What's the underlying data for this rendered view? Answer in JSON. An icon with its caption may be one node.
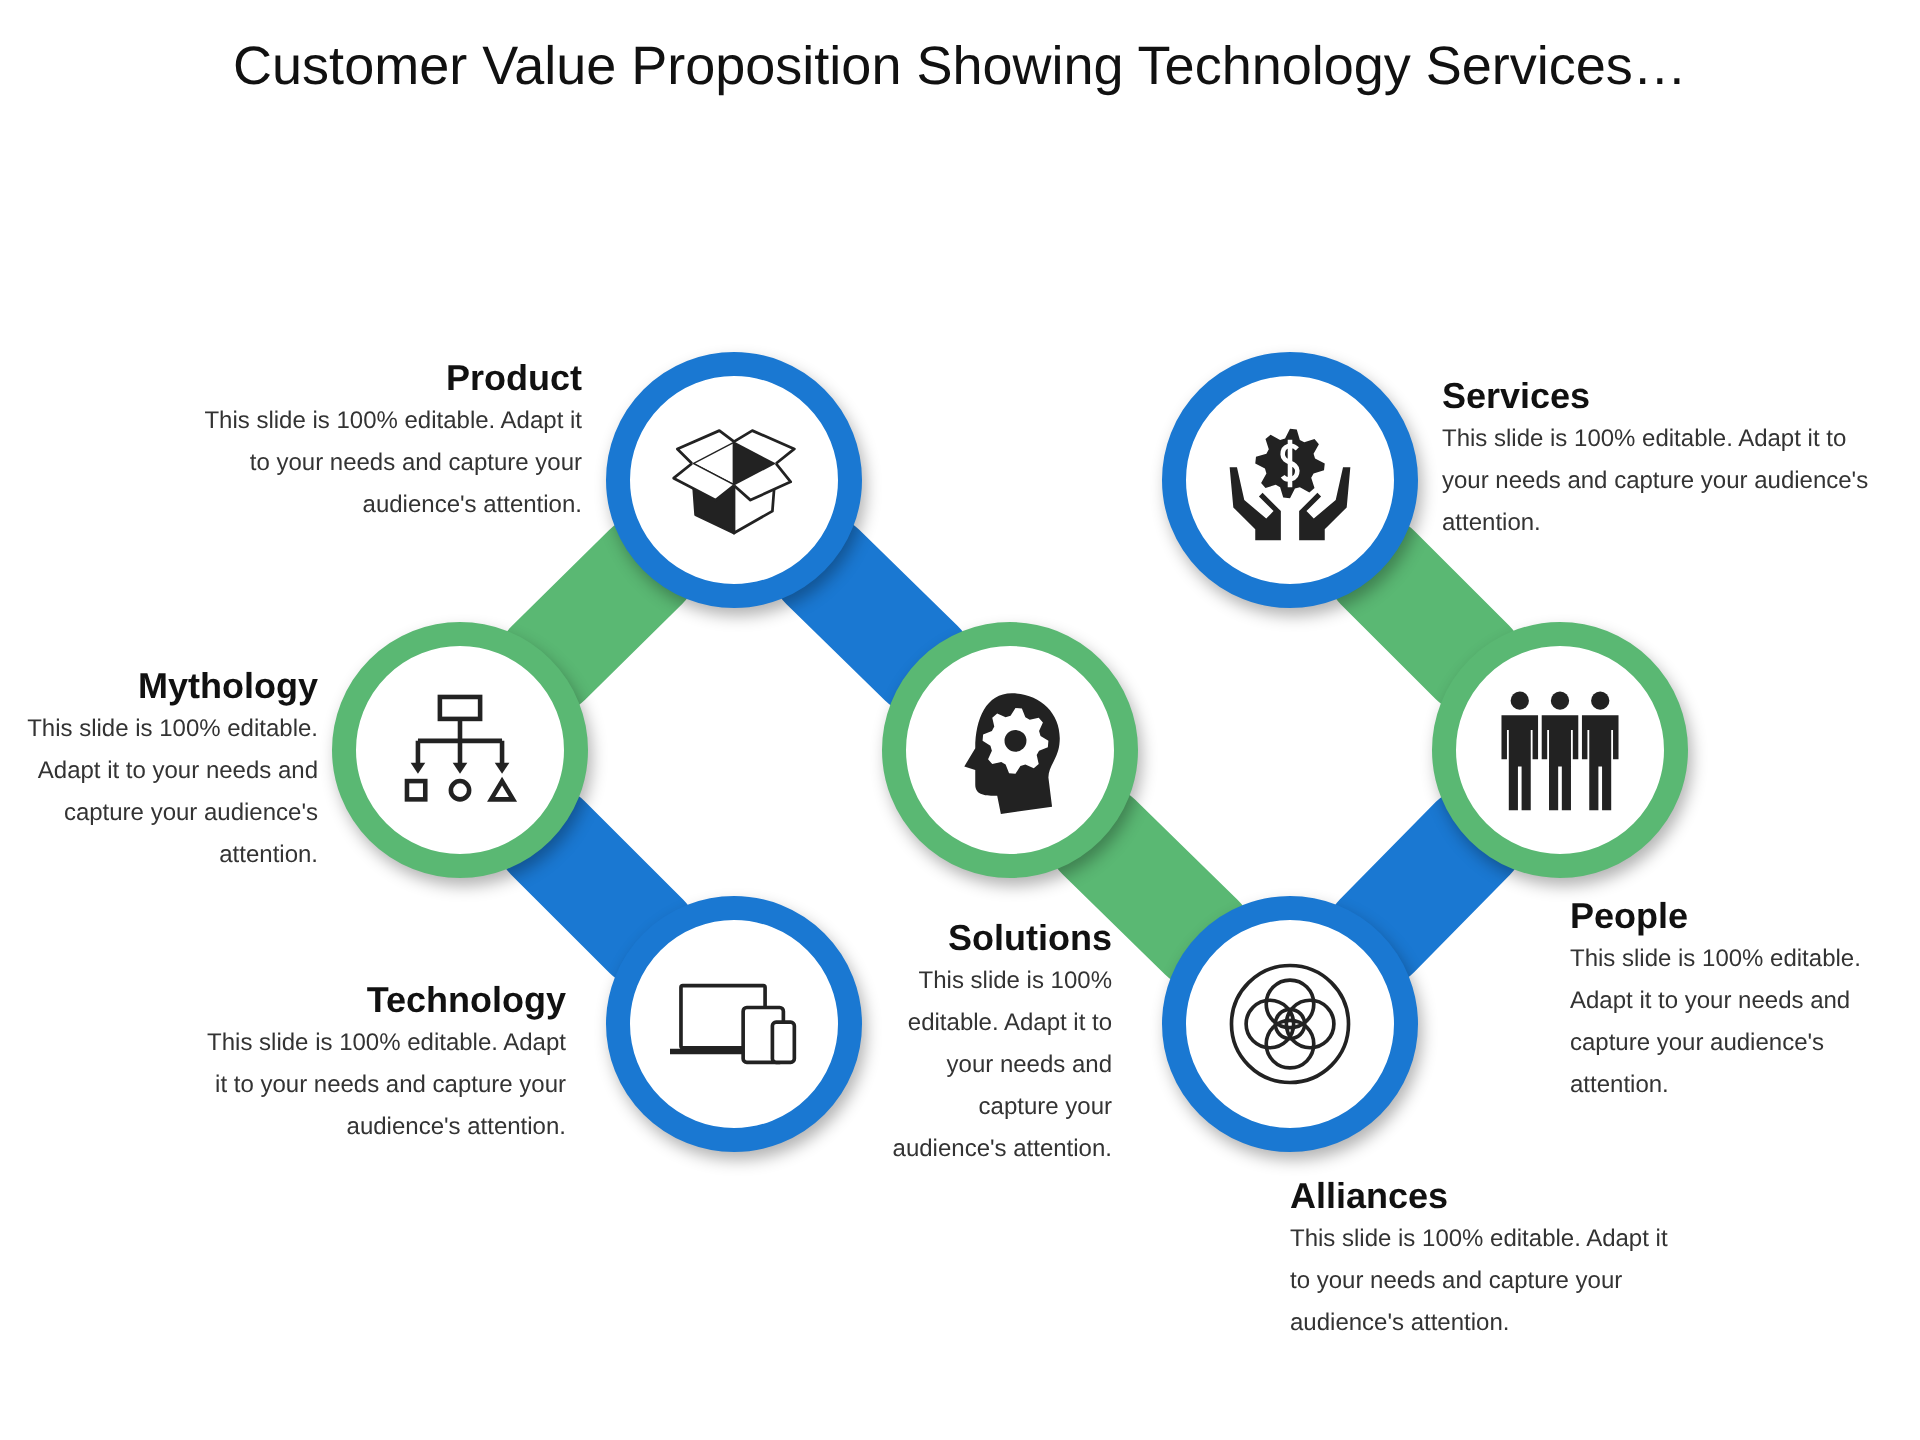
{
  "diagram": {
    "title": "Customer Value Proposition Showing Technology Services…",
    "nodes": [
      {
        "text": [
          "Product",
          "This slide is 100% editable. Adapt it to your needs and capture your audience's attention."
        ]
      },
      {
        "text": [
          "Services",
          "This slide is 100% editable. Adapt it to your needs and capture your audience's attention."
        ]
      },
      {
        "text": [
          "Mythology",
          "This slide is 100% editable. Adapt it to your needs and capture your audience's attention."
        ]
      },
      {
        "text": [
          "Solutions",
          "This slide is 100% editable. Adapt it to your needs and capture your audience's attention."
        ]
      },
      {
        "text": [
          "People",
          "This slide is 100% editable. Adapt it to your needs and capture your audience's attention."
        ]
      },
      {
        "text": [
          "Technology",
          "This slide is 100% editable. Adapt it to your needs and capture your audience's attention."
        ]
      },
      {
        "text": [
          "Alliances",
          "This slide is 100% editable. Adapt it to your needs and capture your audience's attention."
        ]
      }
    ],
    "edges": [
      {
        "from": 2,
        "to": 0,
        "arrow": "none",
        "color": "#5ab873"
      },
      {
        "from": 0,
        "to": 3,
        "arrow": "none",
        "color": "#1a78d2"
      },
      {
        "from": 2,
        "to": 5,
        "arrow": "none",
        "color": "#1a78d2"
      },
      {
        "from": 3,
        "to": 6,
        "arrow": "none",
        "color": "#5ab873"
      },
      {
        "from": 6,
        "to": 4,
        "arrow": "none",
        "color": "#1a78d2"
      },
      {
        "from": 4,
        "to": 1,
        "arrow": "none",
        "color": "#5ab873"
      }
    ]
  }
}
